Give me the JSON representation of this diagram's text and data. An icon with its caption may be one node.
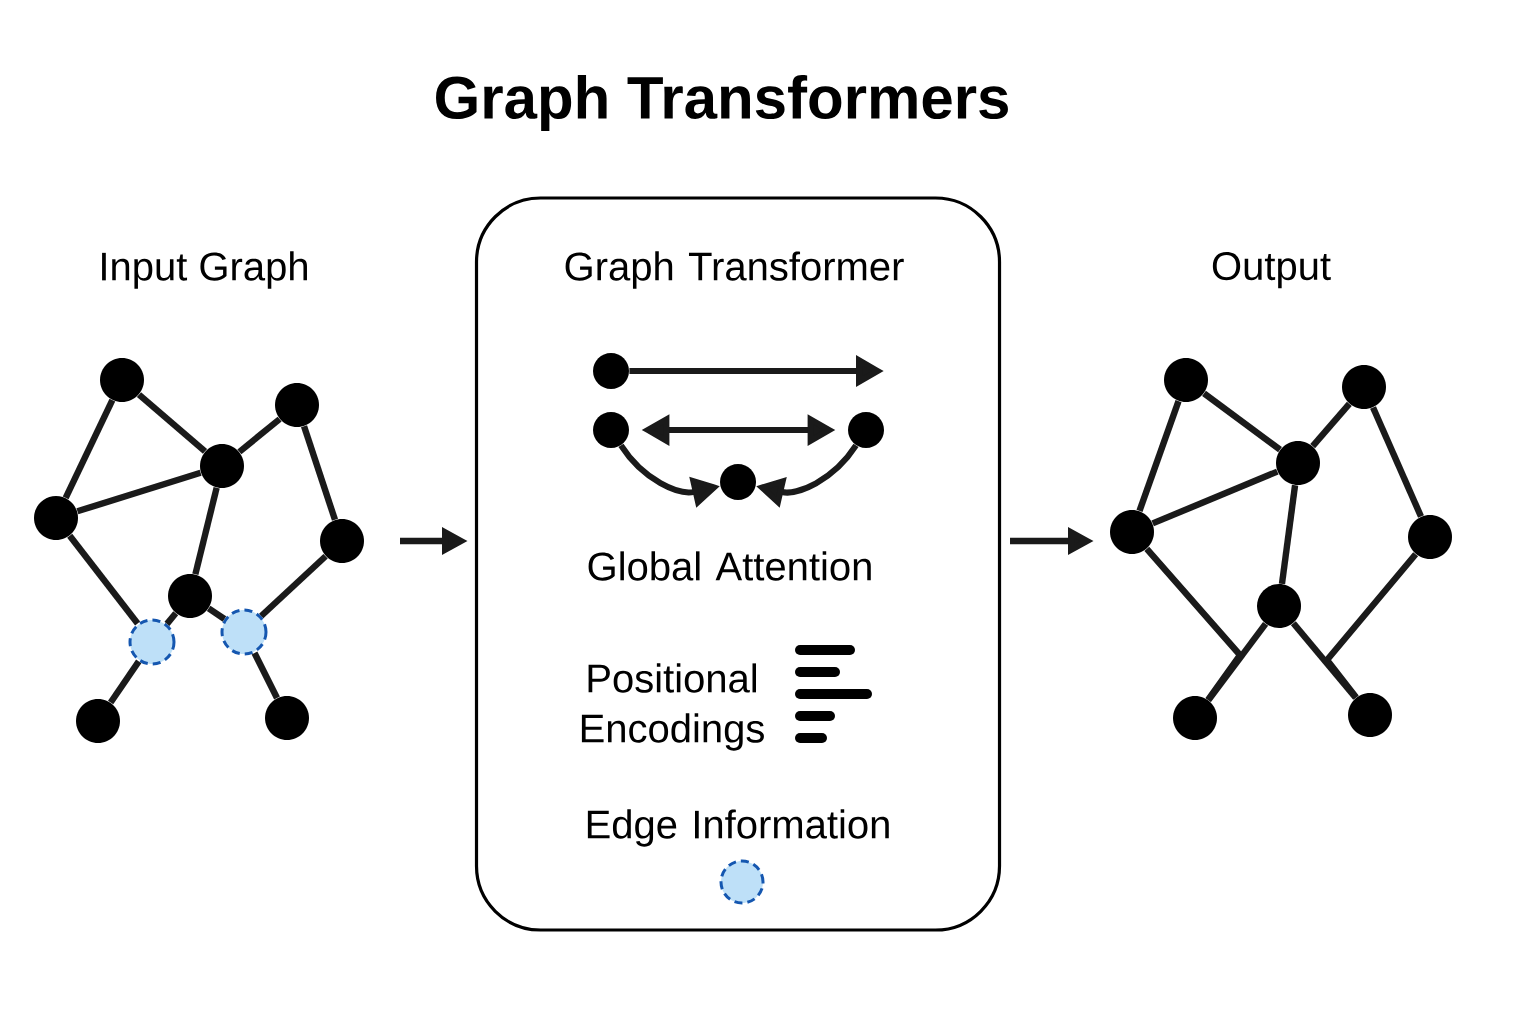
{
  "diagram": {
    "title": "Graph Transformers",
    "nodes": [
      {
        "text": [],
        "shape": "circle"
      },
      {
        "text": [],
        "shape": "circle"
      },
      {
        "text": [],
        "shape": "circle"
      },
      {
        "text": [],
        "shape": "circle"
      },
      {
        "text": [],
        "shape": "circle"
      },
      {
        "text": [],
        "shape": "circle"
      },
      {
        "text": [],
        "shape": "circle"
      },
      {
        "text": [],
        "shape": "circle"
      },
      {
        "text": [],
        "shape": "circle"
      },
      {
        "text": [],
        "shape": "circle"
      },
      {
        "text": [
          "Graph Transformer",
          "Global Attention",
          "Positional Encodings",
          "Edge Information"
        ]
      },
      {
        "text": [],
        "shape": "circle",
        "in": 10
      },
      {
        "text": [],
        "shape": "circle",
        "in": 10
      },
      {
        "text": [],
        "shape": "circle",
        "in": 10
      },
      {
        "text": [],
        "shape": "circle",
        "in": 10
      },
      {
        "text": [],
        "shape": "circle",
        "in": 10
      },
      {
        "text": [],
        "shape": "circle"
      },
      {
        "text": [],
        "shape": "circle"
      },
      {
        "text": [],
        "shape": "circle"
      },
      {
        "text": [],
        "shape": "circle"
      },
      {
        "text": [],
        "shape": "circle"
      },
      {
        "text": [],
        "shape": "circle"
      },
      {
        "text": [],
        "shape": "circle"
      },
      {
        "text": [],
        "shape": "circle"
      }
    ],
    "edges": [
      {
        "from": 0,
        "to": 2,
        "arrow": "none"
      },
      {
        "from": 0,
        "to": 3,
        "arrow": "none"
      },
      {
        "from": 2,
        "to": 1,
        "arrow": "none"
      },
      {
        "from": 2,
        "to": 3,
        "arrow": "none"
      },
      {
        "from": 2,
        "to": 5,
        "arrow": "none"
      },
      {
        "from": 1,
        "to": 4,
        "arrow": "none"
      },
      {
        "from": 3,
        "to": 6,
        "arrow": "none"
      },
      {
        "from": 5,
        "to": 6,
        "arrow": "none"
      },
      {
        "from": 5,
        "to": 7,
        "arrow": "none"
      },
      {
        "from": 4,
        "to": 7,
        "arrow": "none"
      },
      {
        "from": 6,
        "to": 8,
        "arrow": "none"
      },
      {
        "from": 7,
        "to": 9,
        "arrow": "none"
      },
      {
        "from": null,
        "to": 10,
        "arrow": "to"
      },
      {
        "from": 11,
        "to": null,
        "arrow": "to"
      },
      {
        "from": 12,
        "to": 13,
        "arrow": "both"
      },
      {
        "from": 12,
        "to": 14,
        "arrow": "to"
      },
      {
        "from": 13,
        "to": 14,
        "arrow": "to"
      },
      {
        "from": 10,
        "to": null,
        "arrow": "to"
      },
      {
        "from": 16,
        "to": 18,
        "arrow": "none"
      },
      {
        "from": 16,
        "to": 19,
        "arrow": "none"
      },
      {
        "from": 18,
        "to": 17,
        "arrow": "none"
      },
      {
        "from": 18,
        "to": 19,
        "arrow": "none"
      },
      {
        "from": 18,
        "to": 21,
        "arrow": "none"
      },
      {
        "from": 17,
        "to": 20,
        "arrow": "none"
      },
      {
        "from": 19,
        "to": 22,
        "arrow": "none"
      },
      {
        "from": 21,
        "to": 22,
        "arrow": "none"
      },
      {
        "from": 20,
        "to": 23,
        "arrow": "none"
      },
      {
        "from": 21,
        "to": 23,
        "arrow": "none"
      }
    ],
    "labels": [
      "Input Graph",
      "Output"
    ]
  }
}
